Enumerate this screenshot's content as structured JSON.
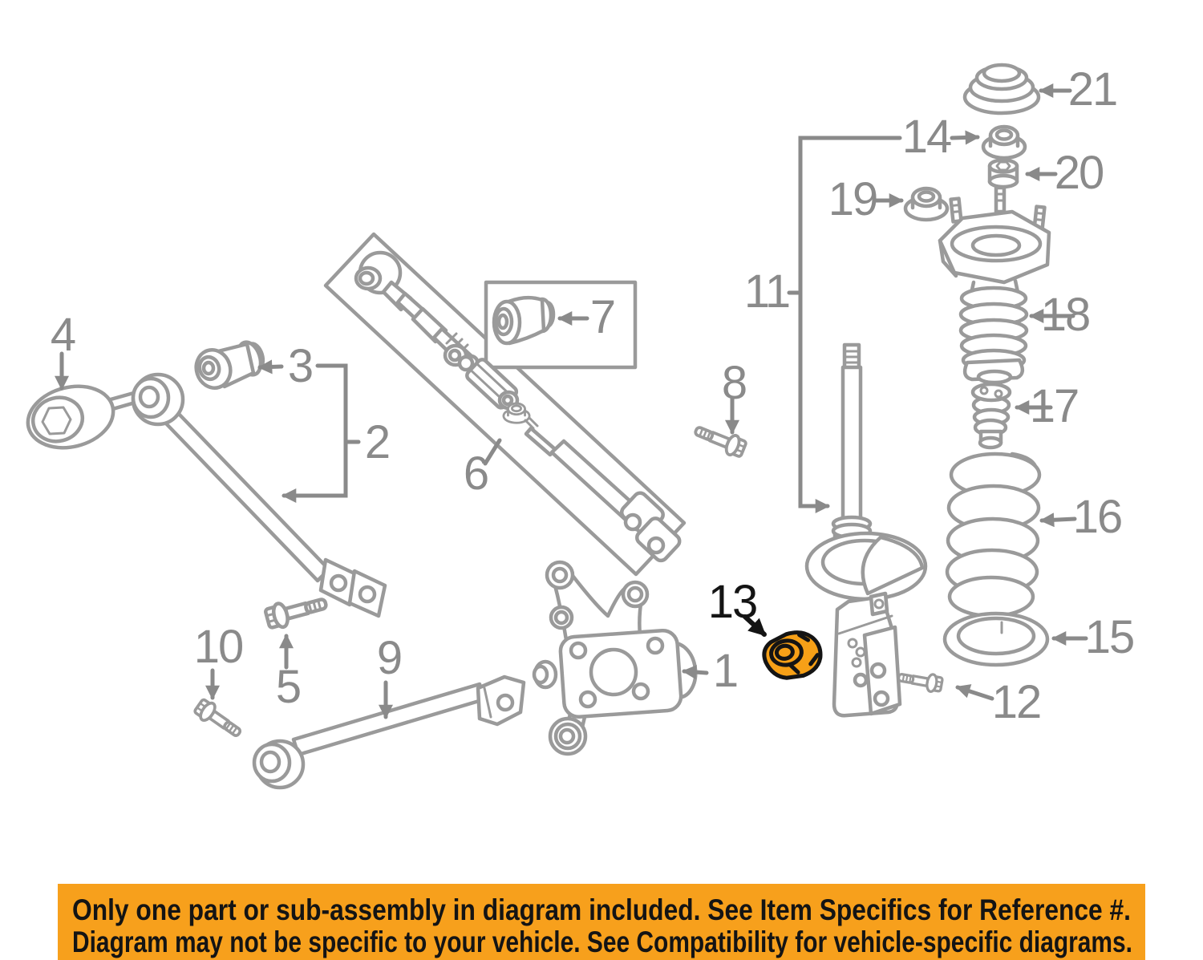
{
  "labels": {
    "p1": "1",
    "p2": "2",
    "p3": "3",
    "p4": "4",
    "p5": "5",
    "p6": "6",
    "p7": "7",
    "p8": "8",
    "p9": "9",
    "p10": "10",
    "p11": "11",
    "p12": "12",
    "p13": "13",
    "p14": "14",
    "p15": "15",
    "p16": "16",
    "p17": "17",
    "p18": "18",
    "p19": "19",
    "p20": "20",
    "p21": "21"
  },
  "highlighted_reference": "13",
  "banner": {
    "line1": "Only one part or sub-assembly in diagram included. See Item Specifics for Reference #.",
    "line2": "Diagram may not be specific to your vehicle. See Compatibility for vehicle-specific diagrams."
  },
  "colors": {
    "line": "#9a9a9a",
    "label": "#8a8a8a",
    "ink": "#141414",
    "banner_bg": "#f7a01c",
    "highlight": "#f6a017",
    "bg": "#ffffff"
  }
}
